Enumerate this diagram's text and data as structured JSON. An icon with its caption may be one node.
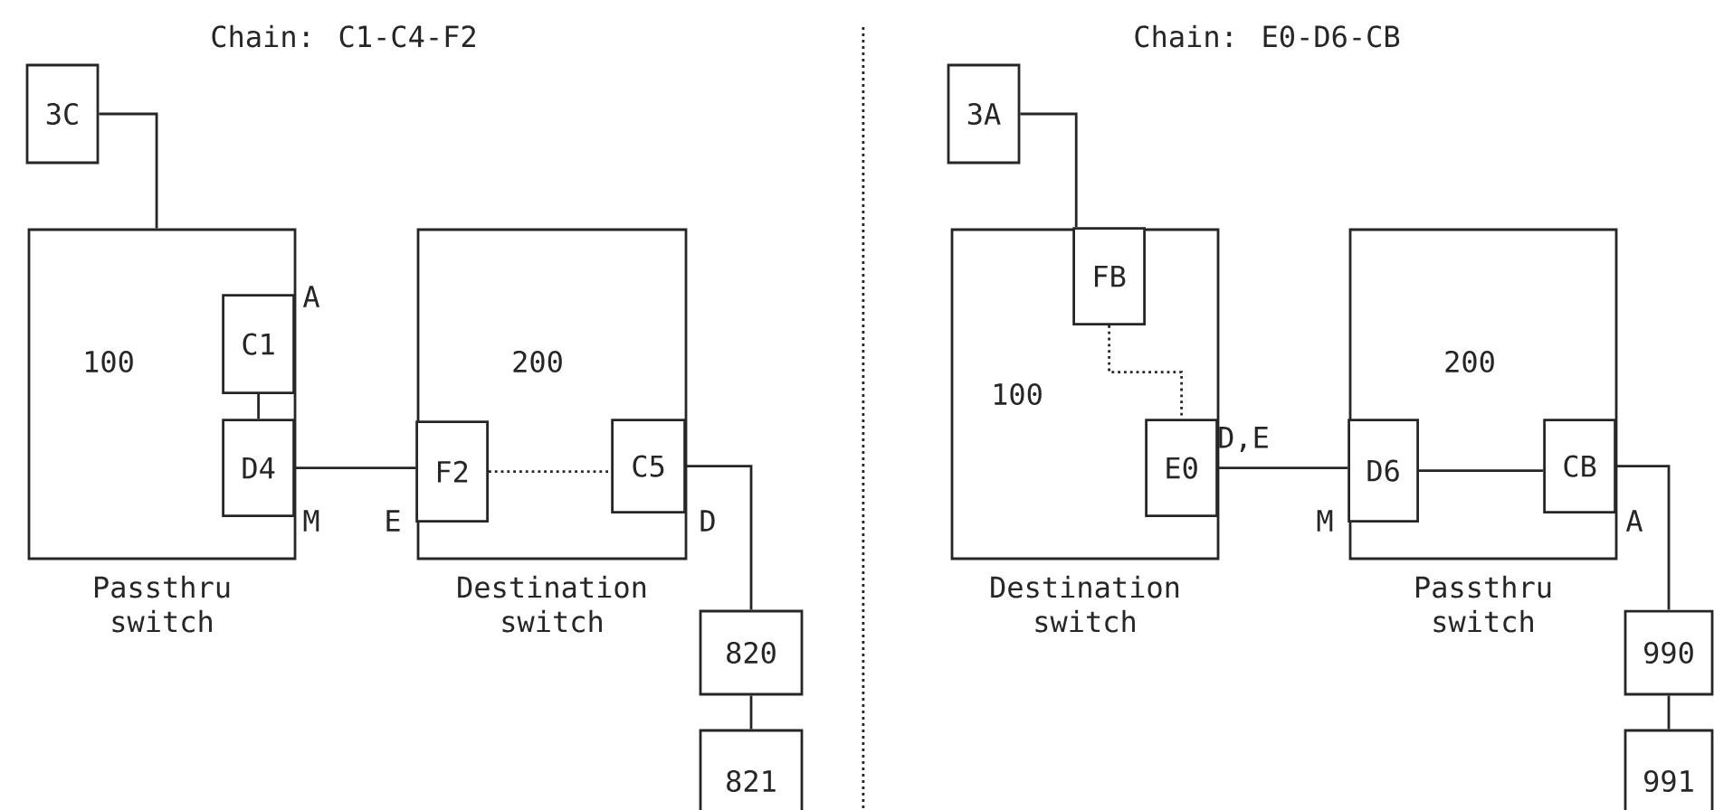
{
  "diagram": {
    "nodes": [
      {
        "text": [
          "100"
        ],
        "beside": [
          "Passthru switch"
        ]
      },
      {
        "text": [
          "C1"
        ],
        "in": 0
      },
      {
        "text": [
          "D4"
        ],
        "in": 0
      },
      {
        "text": [
          "3C"
        ]
      },
      {
        "text": [
          "200"
        ],
        "beside": [
          "Destination switch"
        ]
      },
      {
        "text": [
          "F2"
        ],
        "in": 4
      },
      {
        "text": [
          "C5"
        ],
        "in": 4
      },
      {
        "text": [
          "820"
        ]
      },
      {
        "text": [
          "821"
        ]
      },
      {
        "text": [
          "100"
        ],
        "beside": [
          "Destination switch"
        ]
      },
      {
        "text": [
          "FB"
        ],
        "in": 9
      },
      {
        "text": [
          "E0"
        ],
        "in": 9
      },
      {
        "text": [
          "3A"
        ]
      },
      {
        "text": [
          "200"
        ],
        "beside": [
          "Passthru switch"
        ]
      },
      {
        "text": [
          "D6"
        ],
        "in": 13
      },
      {
        "text": [
          "CB"
        ],
        "in": 13
      },
      {
        "text": [
          "990"
        ]
      },
      {
        "text": [
          "991"
        ]
      }
    ],
    "edges": [
      {
        "from": 3,
        "to": 0,
        "arrow": "none"
      },
      {
        "from": 1,
        "to": 2,
        "arrow": "none"
      },
      {
        "from": 2,
        "to": 5,
        "arrow": "none"
      },
      {
        "from": 5,
        "to": 6,
        "arrow": "none",
        "style": "dashed"
      },
      {
        "from": 6,
        "to": 7,
        "arrow": "none"
      },
      {
        "from": 7,
        "to": 8,
        "arrow": "none"
      },
      {
        "from": 12,
        "to": 10,
        "arrow": "none"
      },
      {
        "from": 10,
        "to": 11,
        "arrow": "none",
        "style": "dashed"
      },
      {
        "from": 11,
        "to": 14,
        "arrow": "none"
      },
      {
        "from": 14,
        "to": 15,
        "arrow": "none"
      },
      {
        "from": 15,
        "to": 16,
        "arrow": "none"
      },
      {
        "from": 16,
        "to": 17,
        "arrow": "none"
      }
    ],
    "labels": [
      "Chain: C1-C4-F2",
      "Chain: E0-D6-CB",
      "A",
      "M",
      "E",
      "D",
      "D,E",
      "M",
      "A"
    ]
  }
}
